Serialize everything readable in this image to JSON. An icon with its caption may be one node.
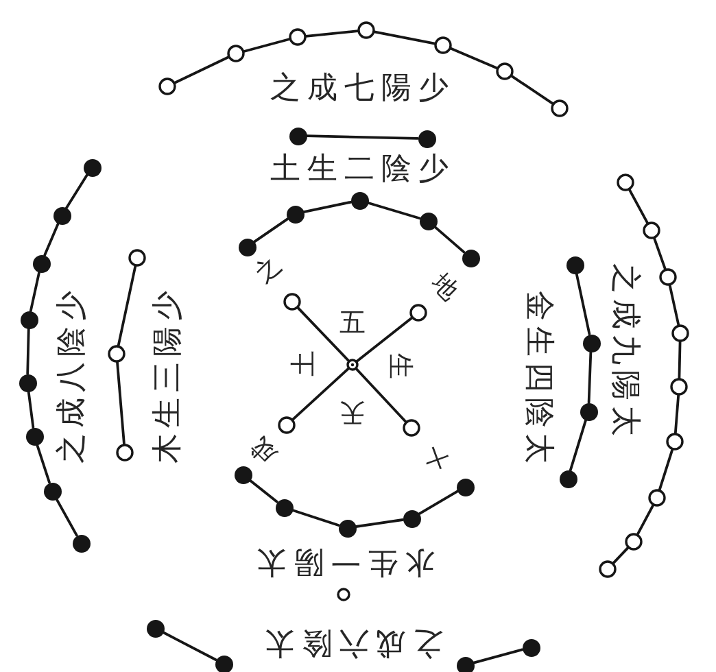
{
  "diagram": {
    "nodes": [
      {
        "text": [],
        "shape": "circle"
      },
      {
        "text": [],
        "shape": "circle"
      },
      {
        "text": [],
        "shape": "circle"
      },
      {
        "text": [],
        "shape": "circle"
      },
      {
        "text": [],
        "shape": "circle"
      },
      {
        "text": [],
        "shape": "circle"
      },
      {
        "text": [],
        "shape": "circle"
      },
      {
        "text": [],
        "shape": "circle"
      },
      {
        "text": [],
        "shape": "circle"
      },
      {
        "text": [],
        "shape": "circle"
      },
      {
        "text": [],
        "shape": "circle"
      },
      {
        "text": [],
        "shape": "circle"
      },
      {
        "text": [],
        "shape": "circle"
      },
      {
        "text": [],
        "shape": "circle"
      },
      {
        "text": [],
        "shape": "circle"
      },
      {
        "text": [],
        "shape": "circle"
      },
      {
        "text": [],
        "shape": "circle"
      },
      {
        "text": [],
        "shape": "circle"
      },
      {
        "text": [],
        "shape": "circle"
      },
      {
        "text": [],
        "shape": "circle"
      },
      {
        "text": [],
        "shape": "circle"
      },
      {
        "text": [],
        "shape": "circle"
      },
      {
        "text": [],
        "shape": "circle"
      },
      {
        "text": [],
        "shape": "circle"
      },
      {
        "text": [],
        "shape": "circle"
      },
      {
        "text": [],
        "shape": "circle"
      },
      {
        "text": [],
        "shape": "circle"
      },
      {
        "text": [],
        "shape": "circle"
      },
      {
        "text": [],
        "shape": "circle"
      },
      {
        "text": [],
        "shape": "circle"
      },
      {
        "text": [],
        "shape": "circle"
      },
      {
        "text": [],
        "shape": "circle"
      },
      {
        "text": [],
        "shape": "circle"
      },
      {
        "text": [],
        "shape": "circle"
      },
      {
        "text": [],
        "shape": "circle"
      },
      {
        "text": [],
        "shape": "circle"
      },
      {
        "text": [],
        "shape": "circle"
      },
      {
        "text": [],
        "shape": "circle"
      },
      {
        "text": [],
        "shape": "circle"
      },
      {
        "text": [],
        "shape": "circle"
      },
      {
        "text": [],
        "shape": "circle"
      },
      {
        "text": [],
        "shape": "circle"
      },
      {
        "text": [],
        "shape": "circle"
      },
      {
        "text": [],
        "shape": "circle"
      },
      {
        "text": [],
        "shape": "circle"
      },
      {
        "text": [],
        "shape": "circle"
      },
      {
        "text": [],
        "shape": "circle"
      },
      {
        "text": [],
        "shape": "circle"
      },
      {
        "text": [],
        "shape": "circle"
      },
      {
        "text": [],
        "shape": "circle"
      },
      {
        "text": [],
        "shape": "circle"
      },
      {
        "text": [],
        "shape": "circle"
      },
      {
        "text": [],
        "shape": "circle"
      }
    ],
    "edges": [
      {
        "from": 0,
        "to": 1,
        "arrow": "none"
      },
      {
        "from": 1,
        "to": 2,
        "arrow": "none"
      },
      {
        "from": 2,
        "to": 3,
        "arrow": "none"
      },
      {
        "from": 3,
        "to": 4,
        "arrow": "none"
      },
      {
        "from": 4,
        "to": 5,
        "arrow": "none"
      },
      {
        "from": 5,
        "to": 6,
        "arrow": "none"
      },
      {
        "from": 7,
        "to": 8,
        "arrow": "none"
      },
      {
        "from": 9,
        "to": 10,
        "arrow": "none"
      },
      {
        "from": 10,
        "to": 11,
        "arrow": "none"
      },
      {
        "from": 11,
        "to": 12,
        "arrow": "none"
      },
      {
        "from": 12,
        "to": 13,
        "arrow": "none"
      },
      {
        "from": 14,
        "to": 15,
        "arrow": "none"
      },
      {
        "from": 15,
        "to": 16,
        "arrow": "none"
      },
      {
        "from": 16,
        "to": 17,
        "arrow": "none"
      },
      {
        "from": 17,
        "to": 18,
        "arrow": "none"
      },
      {
        "from": 18,
        "to": 19,
        "arrow": "none"
      },
      {
        "from": 19,
        "to": 20,
        "arrow": "none"
      },
      {
        "from": 20,
        "to": 21,
        "arrow": "none"
      },
      {
        "from": 22,
        "to": 23,
        "arrow": "none"
      },
      {
        "from": 23,
        "to": 24,
        "arrow": "none"
      },
      {
        "from": 25,
        "to": 27,
        "arrow": "none"
      },
      {
        "from": 27,
        "to": 29,
        "arrow": "none"
      },
      {
        "from": 26,
        "to": 27,
        "arrow": "none"
      },
      {
        "from": 27,
        "to": 28,
        "arrow": "none"
      },
      {
        "from": 30,
        "to": 31,
        "arrow": "none"
      },
      {
        "from": 31,
        "to": 32,
        "arrow": "none"
      },
      {
        "from": 32,
        "to": 33,
        "arrow": "none"
      },
      {
        "from": 34,
        "to": 35,
        "arrow": "none"
      },
      {
        "from": 35,
        "to": 36,
        "arrow": "none"
      },
      {
        "from": 36,
        "to": 37,
        "arrow": "none"
      },
      {
        "from": 37,
        "to": 38,
        "arrow": "none"
      },
      {
        "from": 38,
        "to": 39,
        "arrow": "none"
      },
      {
        "from": 39,
        "to": 40,
        "arrow": "none"
      },
      {
        "from": 40,
        "to": 41,
        "arrow": "none"
      },
      {
        "from": 41,
        "to": 42,
        "arrow": "none"
      },
      {
        "from": 43,
        "to": 44,
        "arrow": "none"
      },
      {
        "from": 44,
        "to": 45,
        "arrow": "none"
      },
      {
        "from": 45,
        "to": 46,
        "arrow": "none"
      },
      {
        "from": 46,
        "to": 47,
        "arrow": "none"
      },
      {
        "from": 49,
        "to": 50,
        "arrow": "none"
      },
      {
        "from": 51,
        "to": 52,
        "arrow": "none"
      }
    ],
    "labels": [
      "之成七陽少",
      "土生二陰少",
      "之成八陰少",
      "木生三陽少",
      "之",
      "地",
      "五",
      "土",
      "生",
      "天",
      "成",
      "十",
      "金生四陰太",
      "之成九陽太",
      "水生一陽太",
      "之成六陰太"
    ]
  }
}
